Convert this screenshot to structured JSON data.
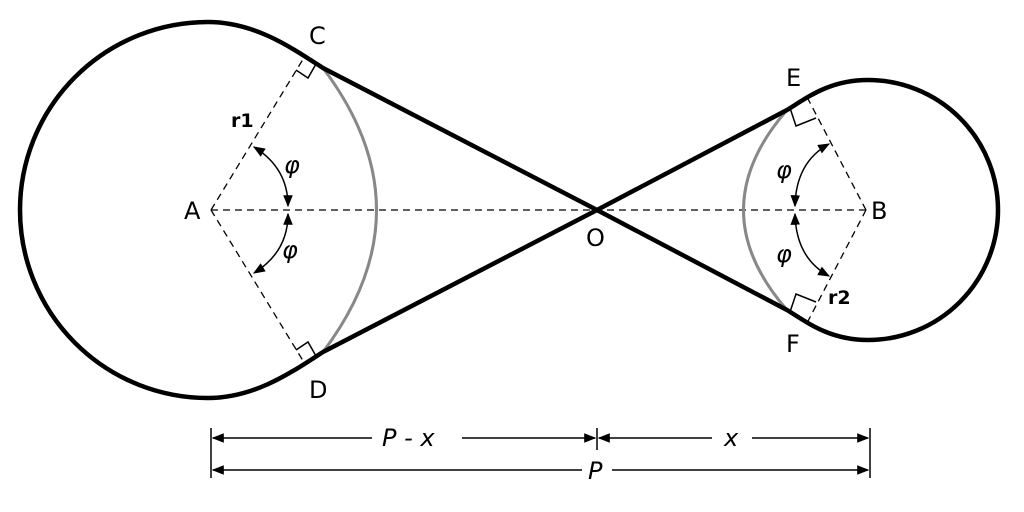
{
  "points": {
    "A": "A",
    "B": "B",
    "C": "C",
    "D": "D",
    "E": "E",
    "F": "F",
    "O": "O"
  },
  "radii": {
    "r1": "r1",
    "r2": "r2"
  },
  "angle_symbol": "φ",
  "dimensions": {
    "left": "P - x",
    "right": "x",
    "total": "P"
  },
  "colors": {
    "belt": "#000000",
    "contact_arc": "#888888"
  }
}
